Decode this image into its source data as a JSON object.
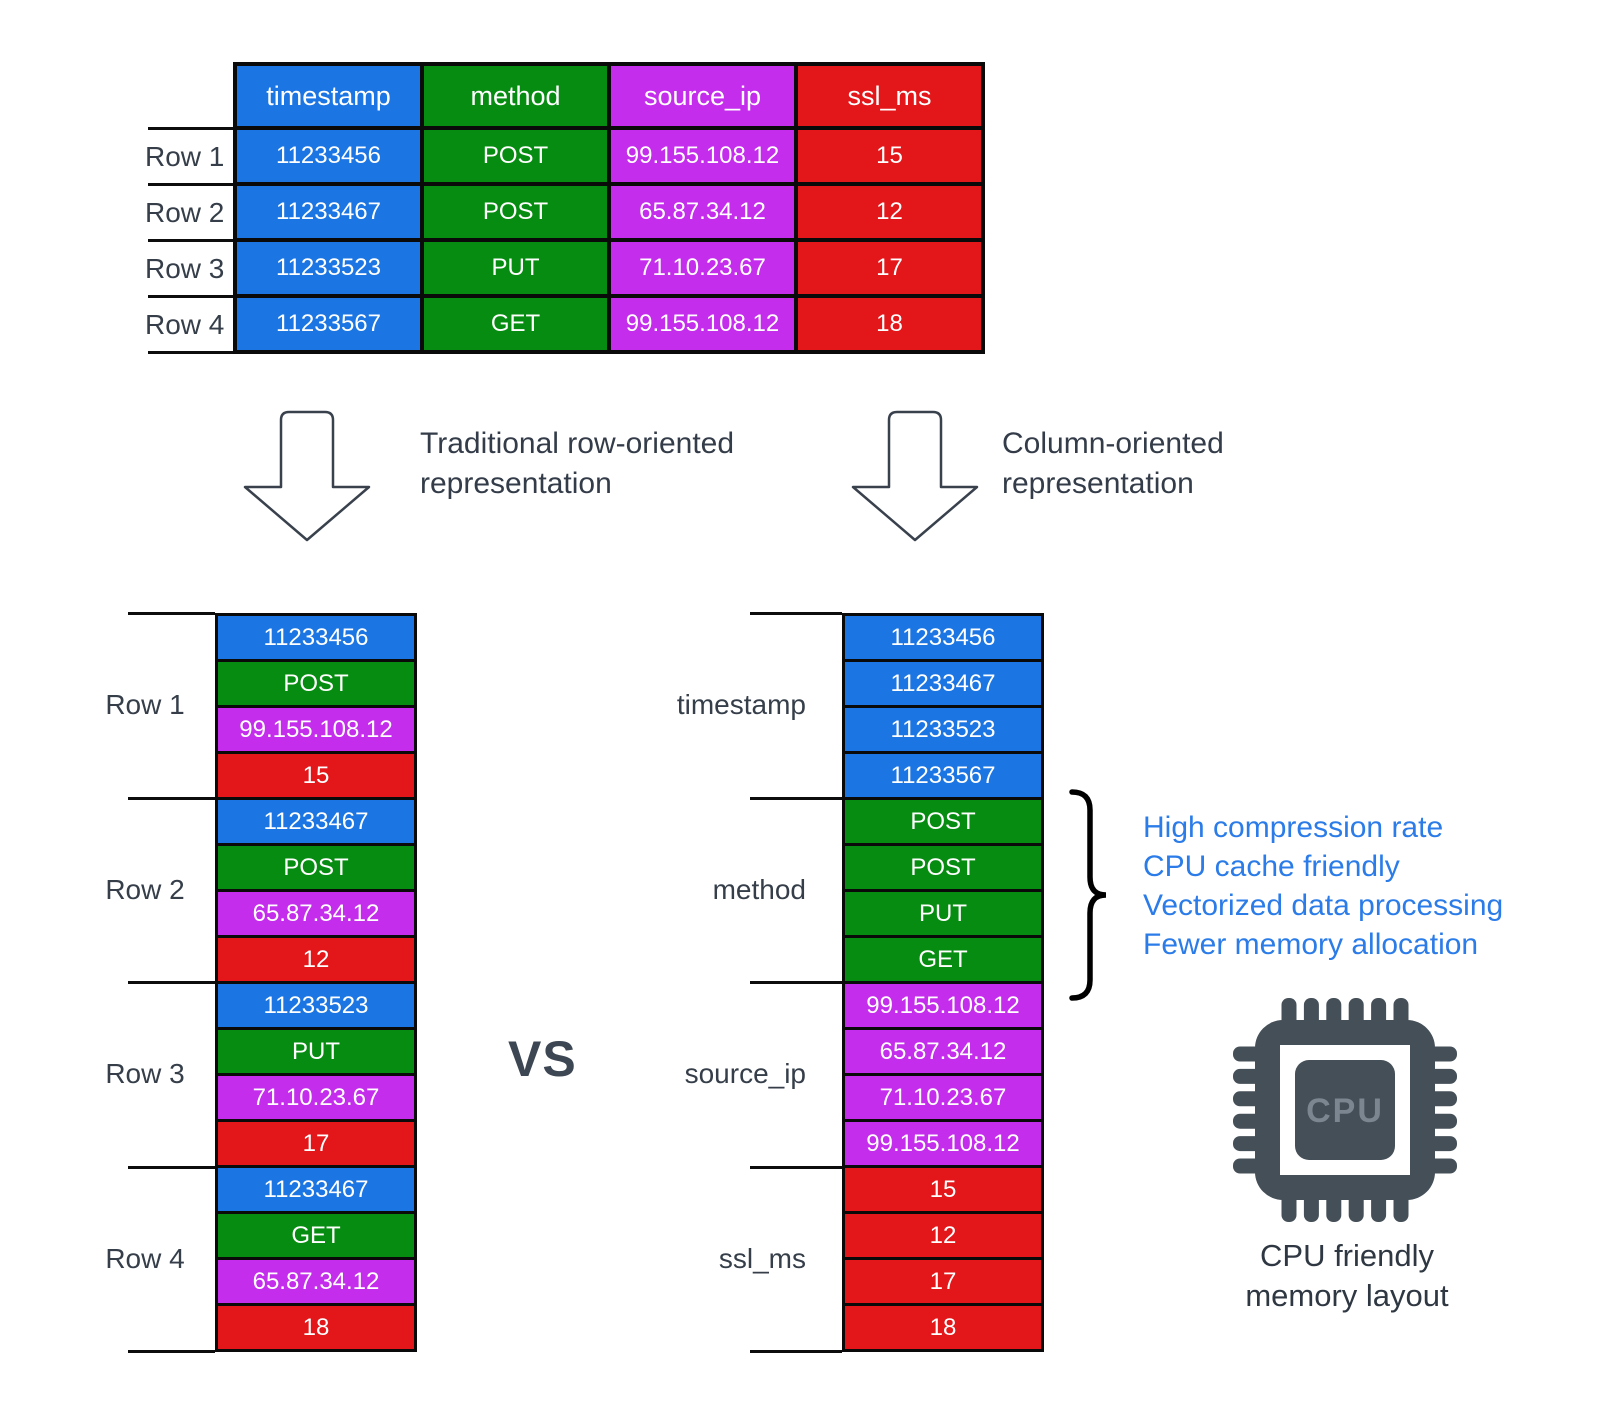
{
  "palette": {
    "timestamp_blue": "#1b75e3",
    "method_green": "#068c10",
    "source_ip_purple": "#c32deb",
    "ssl_ms_red": "#e3161a",
    "benefit_text_blue": "#2b7ce8",
    "label_dark": "#353e49",
    "cpu_icon_gray": "#454f58"
  },
  "top_table": {
    "headers": [
      "timestamp",
      "method",
      "source_ip",
      "ssl_ms"
    ],
    "row_labels": [
      "Row 1",
      "Row 2",
      "Row 3",
      "Row 4"
    ],
    "rows": [
      [
        "11233456",
        "POST",
        "99.155.108.12",
        "15"
      ],
      [
        "11233467",
        "POST",
        "65.87.34.12",
        "12"
      ],
      [
        "11233523",
        "PUT",
        "71.10.23.67",
        "17"
      ],
      [
        "11233567",
        "GET",
        "99.155.108.12",
        "18"
      ]
    ]
  },
  "arrows": {
    "left": {
      "line1": "Traditional row-oriented",
      "line2": "representation"
    },
    "right": {
      "line1": "Column-oriented",
      "line2": "representation"
    }
  },
  "row_store": {
    "groups": [
      {
        "label": "Row 1",
        "cells": [
          "11233456",
          "POST",
          "99.155.108.12",
          "15"
        ]
      },
      {
        "label": "Row 2",
        "cells": [
          "11233467",
          "POST",
          "65.87.34.12",
          "12"
        ]
      },
      {
        "label": "Row 3",
        "cells": [
          "11233523",
          "PUT",
          "71.10.23.67",
          "17"
        ]
      },
      {
        "label": "Row 4",
        "cells": [
          "11233467",
          "GET",
          "65.87.34.12",
          "18"
        ]
      }
    ]
  },
  "column_store": {
    "groups": [
      {
        "label": "timestamp",
        "cells": [
          "11233456",
          "11233467",
          "11233523",
          "11233567"
        ]
      },
      {
        "label": "method",
        "cells": [
          "POST",
          "POST",
          "PUT",
          "GET"
        ]
      },
      {
        "label": "source_ip",
        "cells": [
          "99.155.108.12",
          "65.87.34.12",
          "71.10.23.67",
          "99.155.108.12"
        ]
      },
      {
        "label": "ssl_ms",
        "cells": [
          "15",
          "12",
          "17",
          "18"
        ]
      }
    ]
  },
  "vs_label": "VS",
  "benefits": [
    "High compression rate",
    "CPU cache friendly",
    "Vectorized data processing",
    "Fewer memory allocation"
  ],
  "cpu": {
    "chip_label": "CPU",
    "caption_line1": "CPU friendly",
    "caption_line2": "memory layout"
  }
}
